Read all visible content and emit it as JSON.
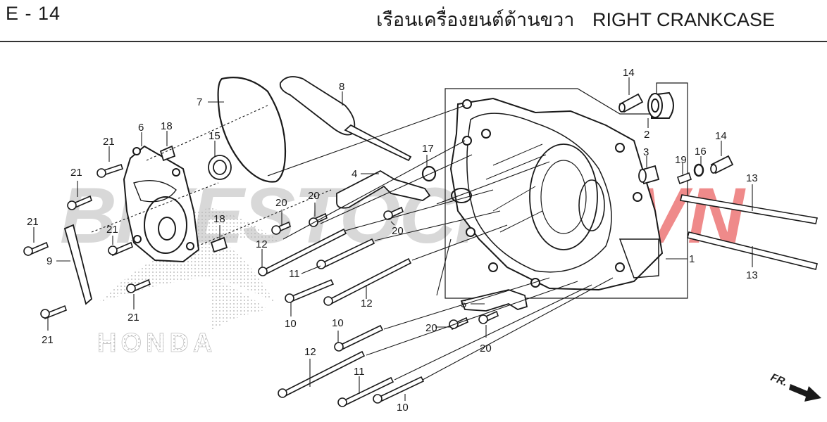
{
  "header": {
    "page_code": "E - 14",
    "title_thai": "เรือนเครื่องยนต์ด้านขวา",
    "title_en": "RIGHT CRANKCASE"
  },
  "watermark": {
    "text_left": "BIKESTOCK",
    "text_right": ".VN",
    "brand": "HONDA"
  },
  "direction_label": "FR.",
  "callouts": [
    {
      "id": "c1",
      "label": "1"
    },
    {
      "id": "c2",
      "label": "2"
    },
    {
      "id": "c3",
      "label": "3"
    },
    {
      "id": "c4",
      "label": "4"
    },
    {
      "id": "c5",
      "label": "5"
    },
    {
      "id": "c6",
      "label": "6"
    },
    {
      "id": "c7",
      "label": "7"
    },
    {
      "id": "c8",
      "label": "8"
    },
    {
      "id": "c9",
      "label": "9"
    },
    {
      "id": "c10a",
      "label": "10"
    },
    {
      "id": "c10b",
      "label": "10"
    },
    {
      "id": "c10c",
      "label": "10"
    },
    {
      "id": "c11a",
      "label": "11"
    },
    {
      "id": "c11b",
      "label": "11"
    },
    {
      "id": "c12a",
      "label": "12"
    },
    {
      "id": "c12b",
      "label": "12"
    },
    {
      "id": "c12c",
      "label": "12"
    },
    {
      "id": "c13a",
      "label": "13"
    },
    {
      "id": "c13b",
      "label": "13"
    },
    {
      "id": "c14a",
      "label": "14"
    },
    {
      "id": "c14b",
      "label": "14"
    },
    {
      "id": "c15",
      "label": "15"
    },
    {
      "id": "c16",
      "label": "16"
    },
    {
      "id": "c17",
      "label": "17"
    },
    {
      "id": "c18a",
      "label": "18"
    },
    {
      "id": "c18b",
      "label": "18"
    },
    {
      "id": "c19",
      "label": "19"
    },
    {
      "id": "c20a",
      "label": "20"
    },
    {
      "id": "c20b",
      "label": "20"
    },
    {
      "id": "c20c",
      "label": "20"
    },
    {
      "id": "c20d",
      "label": "20"
    },
    {
      "id": "c20e",
      "label": "20"
    },
    {
      "id": "c21a",
      "label": "21"
    },
    {
      "id": "c21b",
      "label": "21"
    },
    {
      "id": "c21c",
      "label": "21"
    },
    {
      "id": "c21d",
      "label": "21"
    },
    {
      "id": "c21e",
      "label": "21"
    },
    {
      "id": "c21f",
      "label": "21"
    }
  ]
}
